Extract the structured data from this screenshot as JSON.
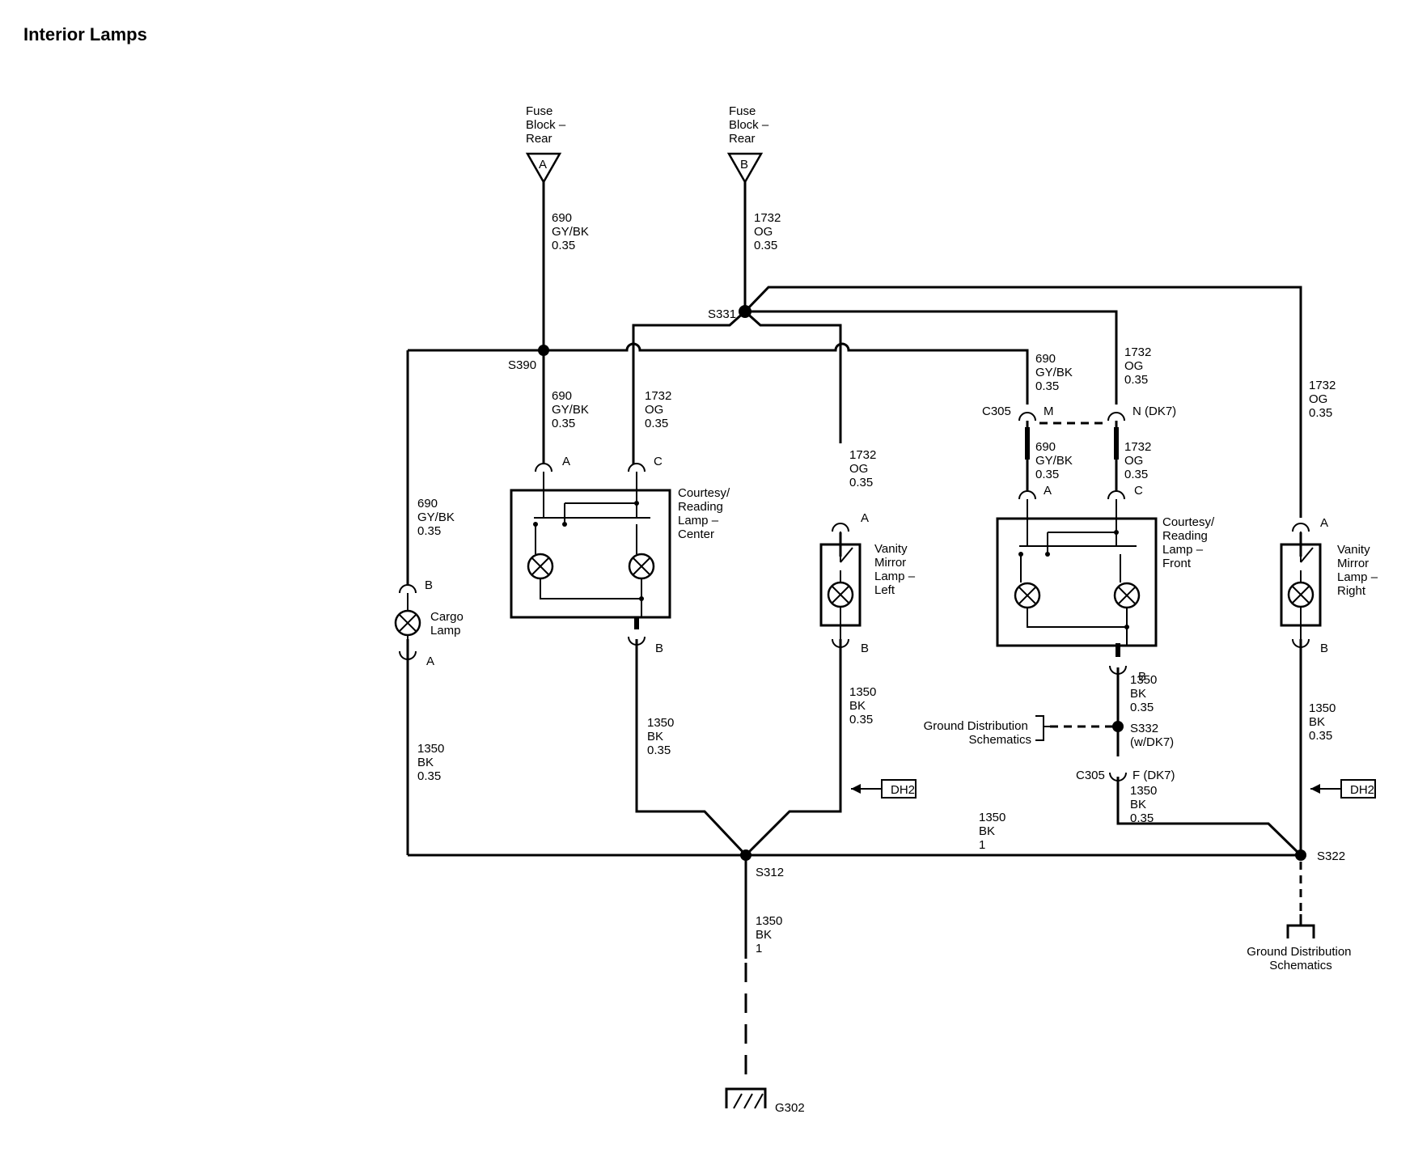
{
  "title": "Interior Lamps",
  "fuses": [
    {
      "lines": [
        "Fuse",
        "Block –",
        "Rear"
      ],
      "pin": "A"
    },
    {
      "lines": [
        "Fuse",
        "Block –",
        "Rear"
      ],
      "pin": "B"
    }
  ],
  "wires": {
    "w690_top": [
      "690",
      "GY/BK",
      "0.35"
    ],
    "w1732_top": [
      "1732",
      "OG",
      "0.35"
    ],
    "w690_center": [
      "690",
      "GY/BK",
      "0.35"
    ],
    "w1732_center": [
      "1732",
      "OG",
      "0.35"
    ],
    "w690_cargo": [
      "690",
      "GY/BK",
      "0.35"
    ],
    "w1732_vanleft": [
      "1732",
      "OG",
      "0.35"
    ],
    "w690_c305": [
      "690",
      "GY/BK",
      "0.35"
    ],
    "w1732_c305": [
      "1732",
      "OG",
      "0.35"
    ],
    "w1732_right": [
      "1732",
      "OG",
      "0.35"
    ],
    "w690_front": [
      "690",
      "GY/BK",
      "0.35"
    ],
    "w1732_front": [
      "1732",
      "OG",
      "0.35"
    ],
    "w1350_cargo": [
      "1350",
      "BK",
      "0.35"
    ],
    "w1350_center": [
      "1350",
      "BK",
      "0.35"
    ],
    "w1350_vanleft": [
      "1350",
      "BK",
      "0.35"
    ],
    "w1350_front": [
      "1350",
      "BK",
      "0.35"
    ],
    "w1350_front2": [
      "1350",
      "BK",
      "0.35"
    ],
    "w1350_mid": [
      "1350",
      "BK",
      "1"
    ],
    "w1350_vanright": [
      "1350",
      "BK",
      "0.35"
    ],
    "w1350_ground": [
      "1350",
      "BK",
      "1"
    ]
  },
  "splices": {
    "s331": "S331",
    "s390": "S390",
    "s312": "S312",
    "s322": "S322",
    "s332": [
      "S332",
      "(w/DK7)"
    ]
  },
  "connectors": {
    "c305_top": "C305",
    "c305_m": "M",
    "c305_n": "N (DK7)",
    "c305_bottom": "C305",
    "c305_f": "F (DK7)"
  },
  "pins": {
    "center_a": "A",
    "center_c": "C",
    "center_b": "B",
    "cargo_b": "B",
    "cargo_a": "A",
    "vanleft_a": "A",
    "vanleft_b": "B",
    "front_a": "A",
    "front_c": "C",
    "front_b": "B",
    "vanright_a": "A",
    "vanright_b": "B"
  },
  "components": {
    "center": [
      "Courtesy/",
      "Reading",
      "Lamp –",
      "Center"
    ],
    "front": [
      "Courtesy/",
      "Reading",
      "Lamp –",
      "Front"
    ],
    "cargo": [
      "Cargo",
      "Lamp"
    ],
    "vanleft": [
      "Vanity",
      "Mirror",
      "Lamp –",
      "Left"
    ],
    "vanright": [
      "Vanity",
      "Mirror",
      "Lamp –",
      "Right"
    ]
  },
  "refs": {
    "dh2_left": "DH2",
    "dh2_right": "DH2",
    "ground_dist_left": [
      "Ground Distribution",
      "Schematics"
    ],
    "ground_dist_right": [
      "Ground Distribution",
      "Schematics"
    ],
    "g302": "G302"
  }
}
